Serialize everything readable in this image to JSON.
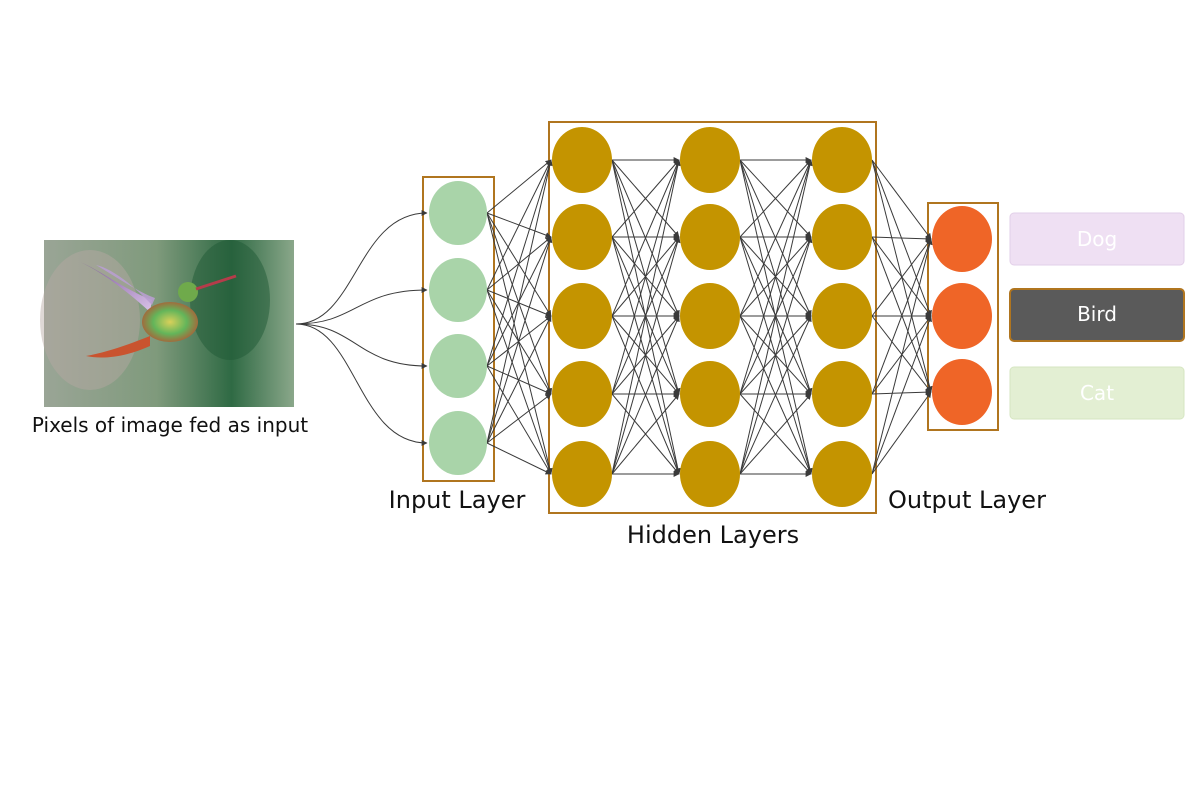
{
  "labels": {
    "image_caption": "Pixels of image fed as input",
    "input_layer": "Input Layer",
    "hidden_layers": "Hidden Layers",
    "output_layer": "Output Layer"
  },
  "network": {
    "input_nodes": 4,
    "hidden_layers": 3,
    "hidden_nodes_per_layer": 5,
    "output_nodes": 3
  },
  "classes": [
    {
      "label": "Dog",
      "highlighted": false
    },
    {
      "label": "Bird",
      "highlighted": true
    },
    {
      "label": "Cat",
      "highlighted": false
    }
  ],
  "colors": {
    "input_node": "#a9d4a9",
    "hidden_node": "#c49400",
    "output_node": "#ef6527",
    "frame": "#b0751f",
    "dog_box": "#efe0f3",
    "bird_box": "#5a5a5a",
    "cat_box": "#e3efd3"
  },
  "image": {
    "subject": "hummingbird"
  }
}
